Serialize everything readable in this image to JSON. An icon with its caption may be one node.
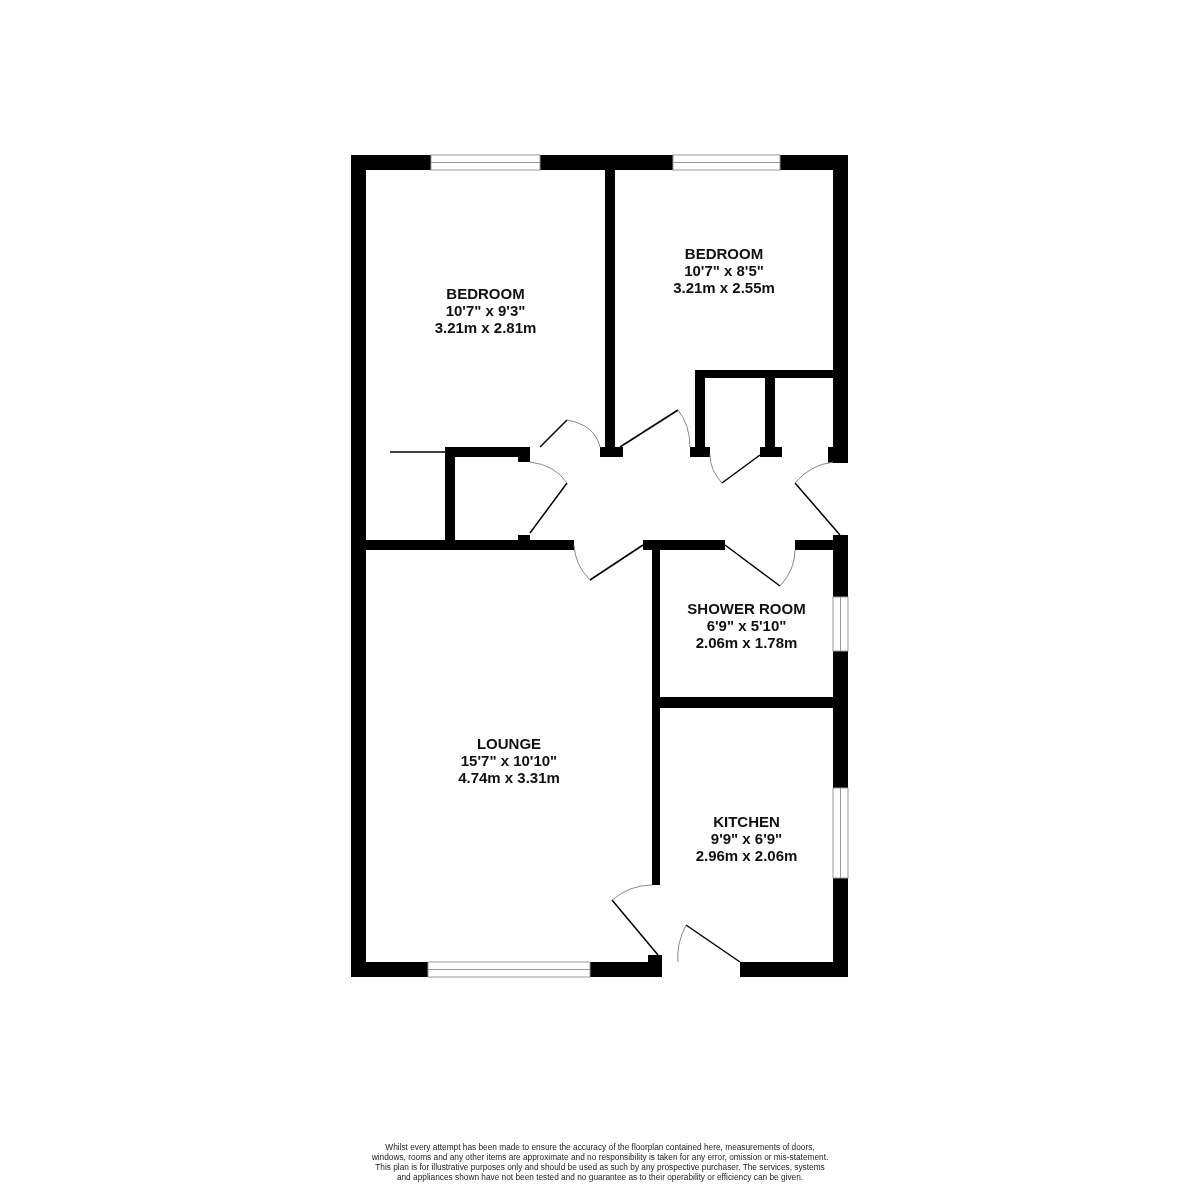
{
  "diagram": {
    "nodes": [
      {
        "text": [
          "BEDROOM",
          "10'7\" x 9'3\"",
          "3.21m x 2.81m"
        ]
      },
      {
        "text": [
          "BEDROOM",
          "10'7\" x 8'5\"",
          "3.21m x 2.55m"
        ]
      },
      {
        "text": [
          "SHOWER ROOM",
          "6'9\" x 5'10\"",
          "2.06m x 1.78m"
        ]
      },
      {
        "text": [
          "LOUNGE",
          "15'7\" x 10'10\"",
          "4.74m x 3.31m"
        ]
      },
      {
        "text": [
          "KITCHEN",
          "9'9\" x 6'9\"",
          "2.96m x 2.06m"
        ]
      }
    ],
    "labels": [
      "Whilst every attempt has been made to ensure the accuracy of the floorplan contained here, measurements of doors, windows, rooms and any other items are approximate and no responsibility is taken for any error, omission or mis-statement. This plan is for illustrative purposes only and should be used as such by any prospective purchaser. The services, systems and appliances shown have not been tested and no guarantee as to their operability or efficiency can be given."
    ]
  }
}
